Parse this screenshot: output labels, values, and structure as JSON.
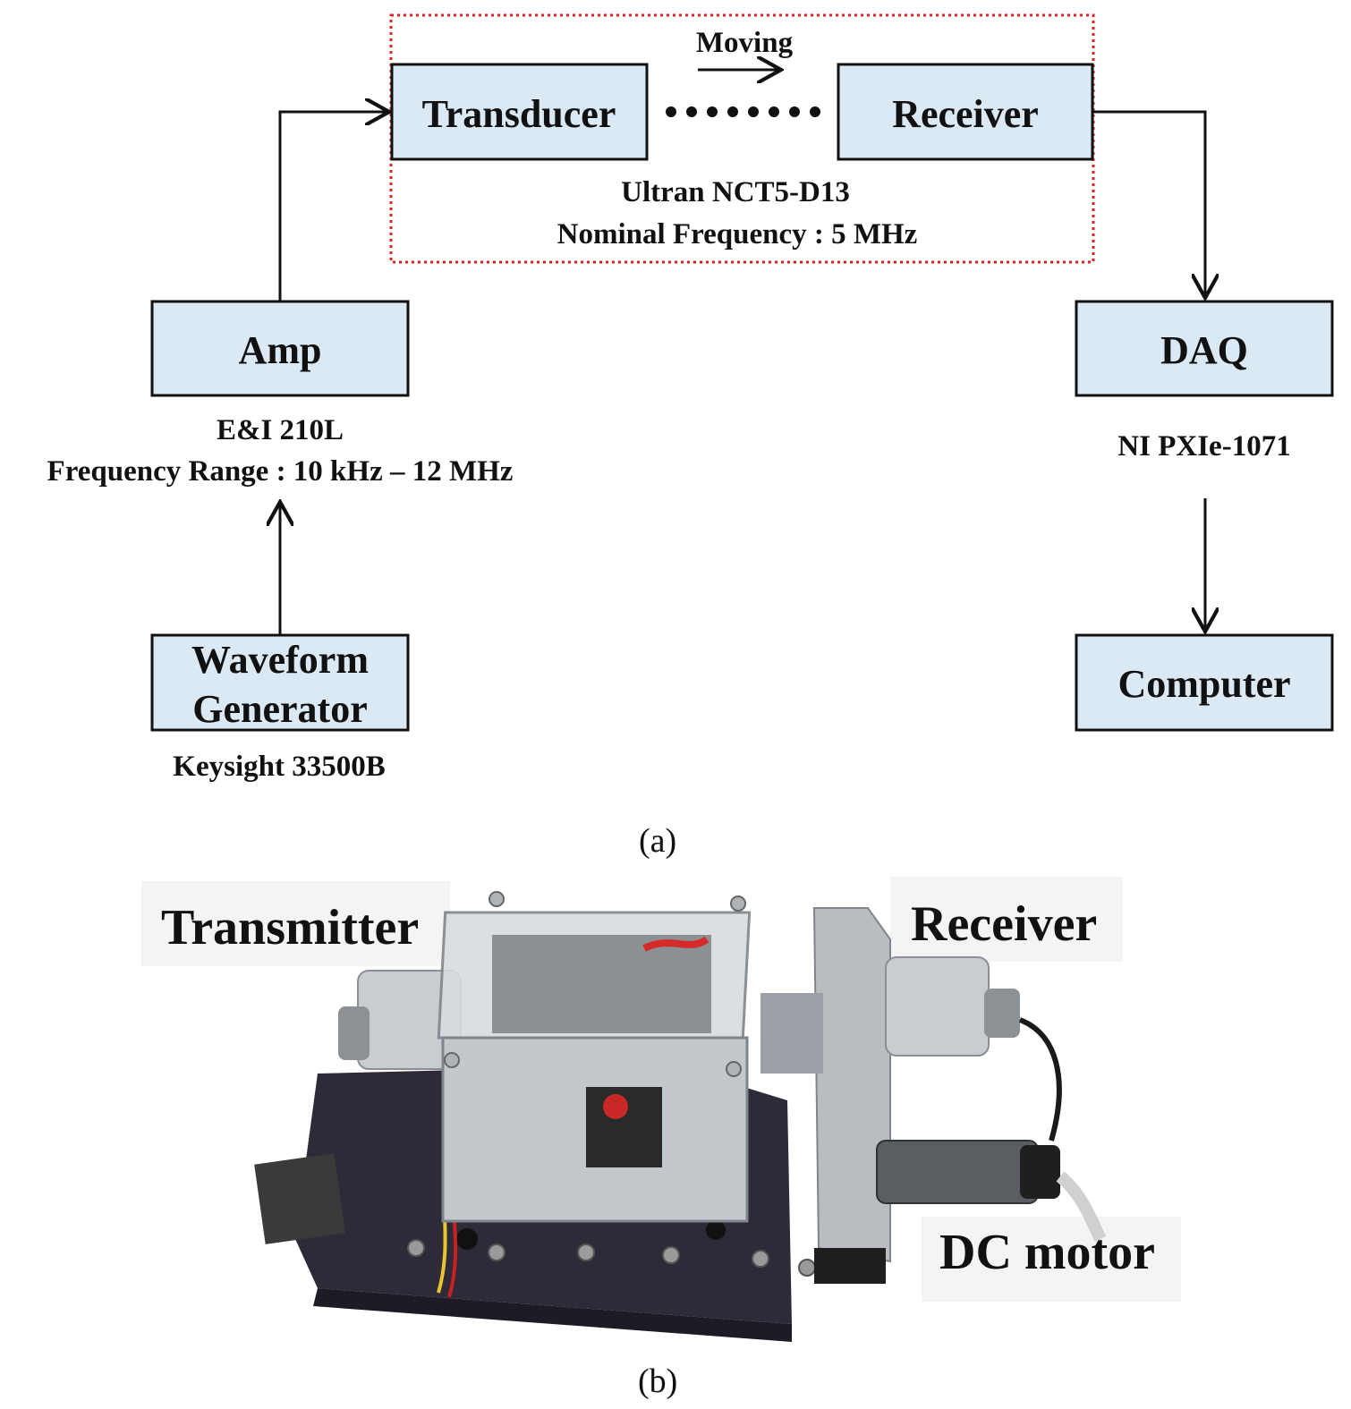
{
  "panel_a": {
    "caption": "(a)",
    "moving_label": "Moving",
    "boxes": {
      "transducer": "Transducer",
      "receiver": "Receiver",
      "amp": "Amp",
      "daq": "DAQ",
      "waveform_line1": "Waveform",
      "waveform_line2": "Generator",
      "computer": "Computer"
    },
    "notes": {
      "ultran_line1": "Ultran NCT5-D13",
      "ultran_line2": "Nominal Frequency : 5 MHz",
      "amp_line1": "E&I 210L",
      "amp_line2": "Frequency Range : 10 kHz – 12 MHz",
      "daq": "NI PXIe-1071",
      "waveform": "Keysight 33500B"
    },
    "colors": {
      "box_fill": "#dbe9f5",
      "box_stroke": "#111111",
      "dotted_frame": "#e02020"
    }
  },
  "panel_b": {
    "caption": "(b)",
    "labels": {
      "transmitter": "Transmitter",
      "receiver": "Receiver",
      "dc_motor": "DC motor"
    }
  }
}
